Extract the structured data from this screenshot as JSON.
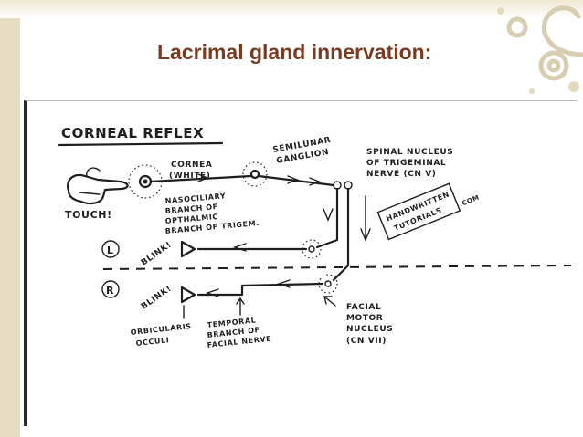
{
  "slide": {
    "title": "Lacrimal gland innervation:"
  },
  "diagram": {
    "heading": "CORNEAL REFLEX",
    "labels": {
      "cornea": [
        "CORNEA",
        "(WHITE)"
      ],
      "touch": "TOUCH!",
      "semilunar": [
        "SEMILUNAR",
        "GANGLION"
      ],
      "spinal": [
        "SPINAL NUCLEUS",
        "OF TRIGEMINAL",
        "NERVE (CN V)"
      ],
      "nasociliary": [
        "NASOCILIARY",
        "BRANCH OF",
        "OPTHALMIC",
        "BRANCH OF TRIGEM."
      ],
      "left_side": "L",
      "right_side": "R",
      "blink_left": "BLINK!",
      "blink_right": "BLINK!",
      "facial_motor": [
        "FACIAL",
        "MOTOR",
        "NUCLEUS",
        "(CN VII)"
      ],
      "temporal": [
        "TEMPORAL",
        "BRANCH OF",
        "FACIAL NERVE"
      ],
      "orbicularis": [
        "ORBICULARIS",
        "OCCULI"
      ]
    },
    "stamp": [
      "HANDWRITTEN",
      "TUTORIALS",
      ".COM"
    ]
  },
  "colors": {
    "title": "#7a3a22",
    "ink": "#1e1e1e",
    "band": "#e6dcc2"
  }
}
